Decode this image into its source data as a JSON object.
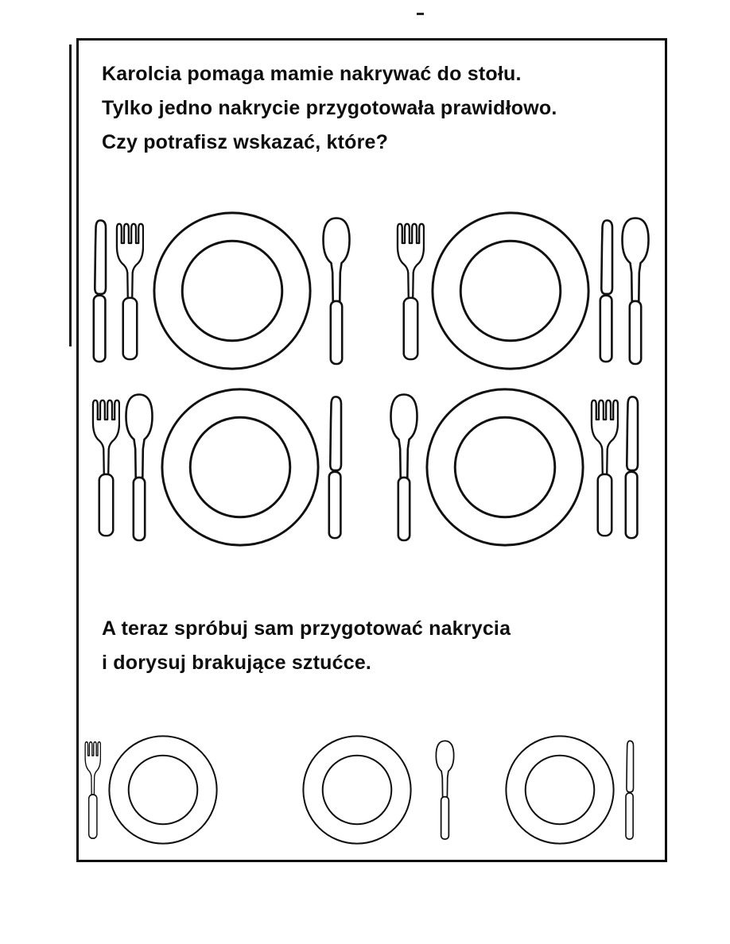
{
  "texts": {
    "intro": {
      "line1": "Karolcia pomaga mamie nakrywać do stołu.",
      "line2": "Tylko jedno nakrycie przygotowała prawidłowo.",
      "line3": "Czy potrafisz wskazać, które?"
    },
    "task": {
      "line1": "A teraz spróbuj sam przygotować nakrycia",
      "line2": "i dorysuj brakujące sztućce."
    }
  },
  "place_settings": {
    "puzzle": [
      {
        "name": "setting-1",
        "items": [
          "knife",
          "fork",
          "plate",
          "spoon"
        ]
      },
      {
        "name": "setting-2",
        "items": [
          "fork",
          "plate",
          "knife",
          "spoon"
        ]
      },
      {
        "name": "setting-3",
        "items": [
          "fork",
          "spoon",
          "plate",
          "knife"
        ]
      },
      {
        "name": "setting-4",
        "items": [
          "spoon",
          "plate",
          "fork",
          "knife"
        ]
      }
    ],
    "practice": [
      {
        "name": "setting-5",
        "items": [
          "fork",
          "plate"
        ]
      },
      {
        "name": "setting-6",
        "items": [
          "plate",
          "spoon"
        ]
      },
      {
        "name": "setting-7",
        "items": [
          "plate",
          "knife"
        ]
      }
    ]
  },
  "colors": {
    "ink": "#0e0e0e",
    "paper": "#ffffff"
  }
}
